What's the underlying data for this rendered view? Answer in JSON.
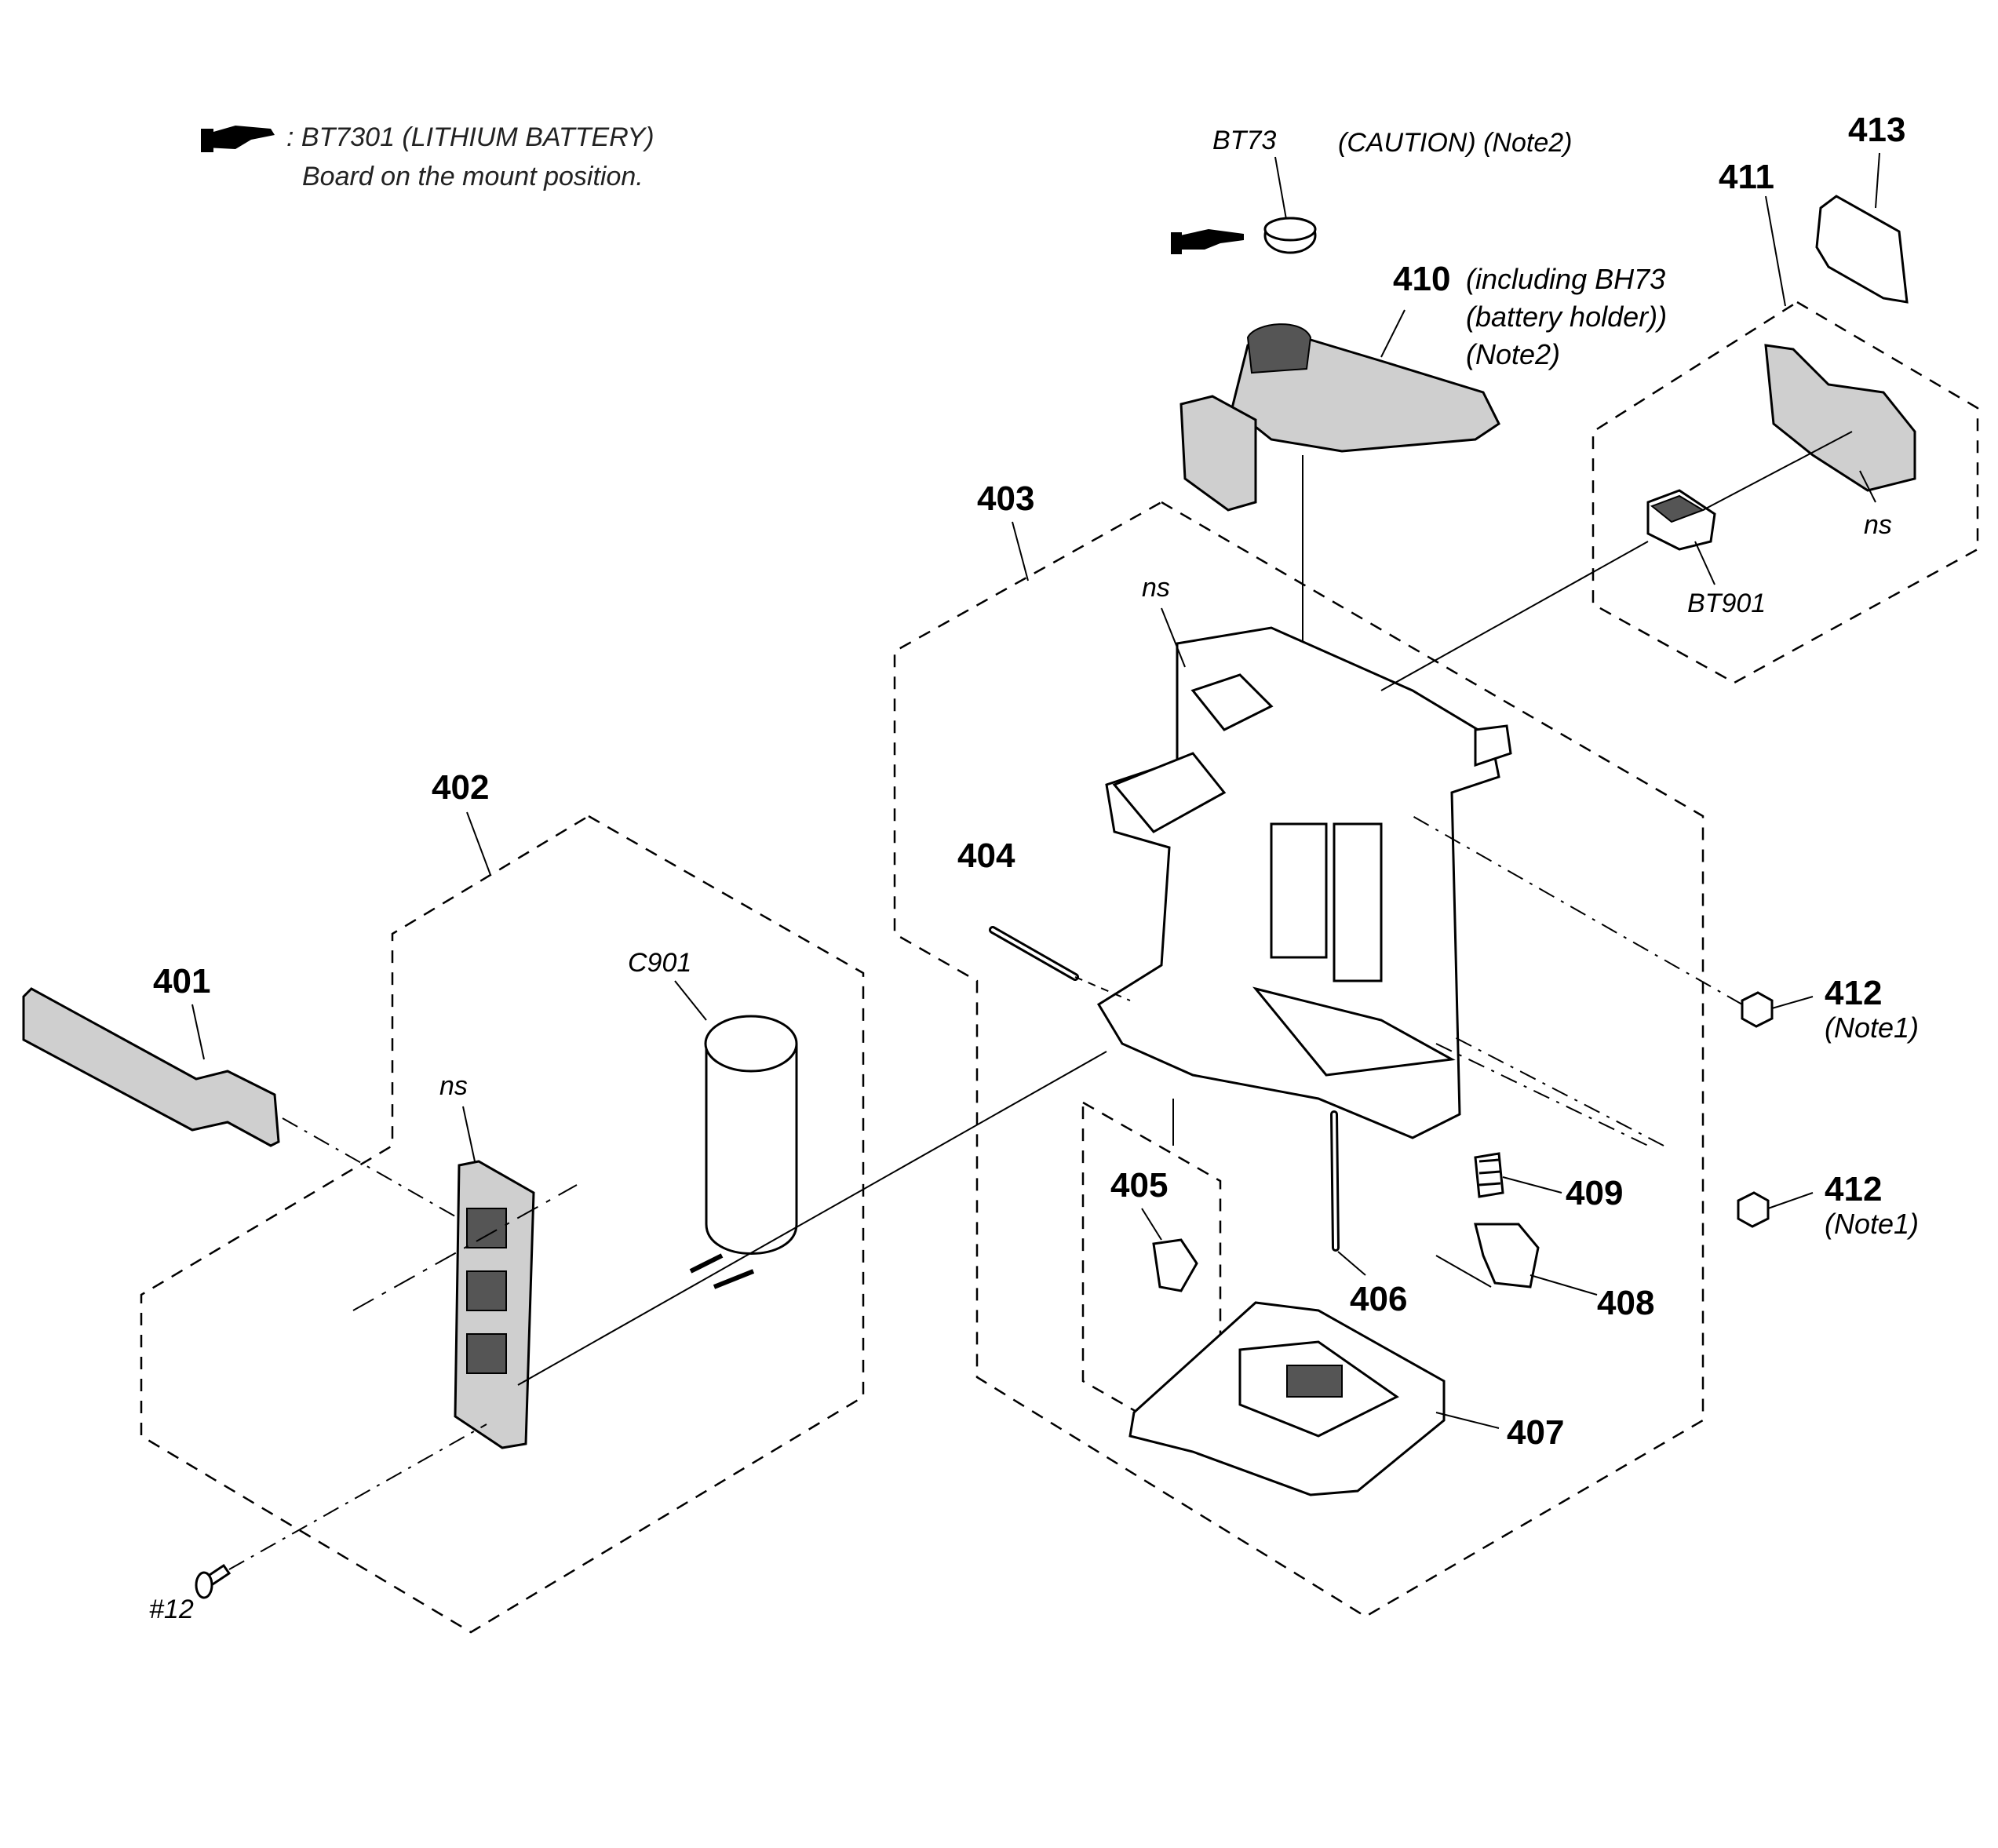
{
  "legend": {
    "line1": ": BT7301 (LITHIUM BATTERY)",
    "line2": "Board on the mount position."
  },
  "callouts": {
    "bt73": "BT73",
    "caution": "(CAUTION) (Note2)",
    "p401": "401",
    "p402": "402",
    "p403": "403",
    "p404": "404",
    "p405": "405",
    "p406": "406",
    "p407": "407",
    "p408": "408",
    "p409": "409",
    "p410": "410",
    "p410_note1": "(including BH73",
    "p410_note2": "(battery holder))",
    "p410_note3": "(Note2)",
    "p411": "411",
    "p412a": "412",
    "p412a_note": "(Note1)",
    "p412b": "412",
    "p412b_note": "(Note1)",
    "p413": "413",
    "bt901": "BT901",
    "c901": "C901",
    "ns_402": "ns",
    "ns_403": "ns",
    "ns_411": "ns",
    "screw12": "#12"
  },
  "icons": {
    "pointer": "pointing-hand-icon"
  }
}
